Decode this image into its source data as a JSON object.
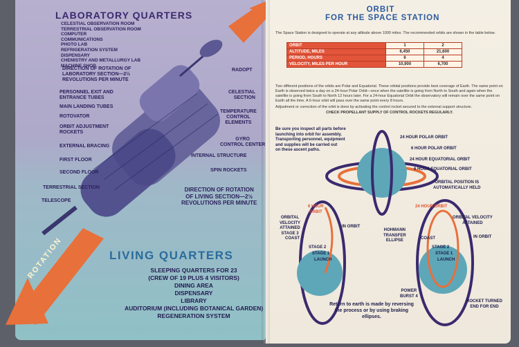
{
  "left_page": {
    "title": "LABORATORY QUARTERS",
    "lab_rooms": [
      "CELESTIAL OBSERVATION ROOM",
      "TERRESTRIAL OBSERVATION ROOM",
      "COMPUTER",
      "COMMUNICATIONS",
      "PHOTO LAB",
      "REFRIGERATION SYSTEM",
      "DISPENSARY",
      "CHEMISTRY AND METALLURGY LAB",
      "MACHINE SHOP"
    ],
    "labels_left": [
      "DIRECTION OF ROTATION OF",
      "LABORATORY SECTION—2½",
      "REVOLUTIONS PER MINUTE",
      "PERSONNEL EXIT AND",
      "ENTRANCE TUBES",
      "MAIN LANDING TUBES",
      "ROTOVATOR",
      "ORBIT ADJUSTMENT",
      "ROCKETS",
      "EXTERNAL BRACING",
      "FIRST FLOOR",
      "SECOND FLOOR",
      "TERRESTRIAL SECTION",
      "TELESCOPE"
    ],
    "labels_right": [
      "RADOPT",
      "CELESTIAL",
      "SECTION",
      "TEMPERATURE",
      "CONTROL",
      "ELEMENTS",
      "GYRO",
      "CONTROL CENTER",
      "INTERNAL STRUCTURE",
      "SPIN ROCKETS",
      "DIRECTION OF ROTATION",
      "OF LIVING SECTION—2½",
      "REVOLUTIONS PER MINUTE"
    ],
    "arrow_text": "ROTATION",
    "living_title": "LIVING QUARTERS",
    "living_items": [
      "SLEEPING QUARTERS FOR 23",
      "(CREW OF 19 PLUS 4 VISITORS)",
      "DINING AREA",
      "DISPENSARY",
      "LIBRARY",
      "AUDITORIUM (INCLUDING BOTANICAL GARDEN)",
      "REGENERATION SYSTEM"
    ]
  },
  "right_page": {
    "title_line1": "ORBIT",
    "title_line2": "FOR THE SPACE STATION",
    "intro": "The Space Station is designed to operate at any altitude above 1000 miles. The recommended orbits are shown in the table below.",
    "table": {
      "rows": [
        {
          "label": "ORBIT",
          "a": "1",
          "b": "2"
        },
        {
          "label": "ALTITUDE, MILES",
          "a": "6,450",
          "b": "21,600"
        },
        {
          "label": "PERIOD, HOURS",
          "a": "6",
          "b": "4"
        },
        {
          "label": "VELOCITY, MILES PER HOUR",
          "a": "10,900",
          "b": "6,700"
        }
      ]
    },
    "para1": "Two different positions of the orbits are Polar and Equatorial. These orbital positions provide best coverage of Earth. The same point on Earth is observed twice a day on a 24-hour Polar Orbit—once when the satellite is going from North to South and again when the satellite is going from South to North 12 hours later. For a 24-hour Equatorial Orbit the observatory will remain over the same point on Earth all the time. A 6-hour orbit will pass over the same point every 8 hours.",
    "para2": "Adjustment or correction of the orbit is done by activating the control rocket secured to the external support structure.",
    "para3": "CHECK PROPELLANT SUPPLY OF CONTROL ROCKETS REGULARLY.",
    "para4": [
      "Be sure you inspect all parts before",
      "launching into orbit for assembly.",
      "Transporting personnel, equipment",
      "and supplies will be carried out",
      "on these ascent paths."
    ],
    "orbit_labels": [
      "24 HOUR POLAR ORBIT",
      "6 HOUR POLAR ORBIT",
      "24 HOUR EQUATORIAL ORBIT",
      "6 HOUR EQUATORIAL ORBIT",
      "ORBITAL POSITION IS",
      "AUTOMATICALLY HELD"
    ],
    "ascent_left": {
      "hour": "6 HOUR",
      "orbit": "ORBIT",
      "velocity": [
        "ORBITAL",
        "VELOCITY",
        "ATTAINED",
        "STAGE 3"
      ],
      "in_orbit": "IN ORBIT",
      "coast": "COAST",
      "stages": [
        "STAGE 2",
        "STAGE 1",
        "LAUNCH"
      ]
    },
    "ascent_mid": [
      "HOHMANN",
      "TRANSFER",
      "ELLIPSE"
    ],
    "ascent_right": {
      "hour": "24 HOUR ORBIT",
      "velocity": [
        "ORBITAL VELOCITY",
        "ATTAINED"
      ],
      "in_orbit": "IN ORBIT",
      "coast": "COAST",
      "stages": [
        "STAGE 2",
        "STAGE 1",
        "LAUNCH"
      ],
      "power": [
        "POWER",
        "BURST 4"
      ],
      "turned": [
        "ROCKET TURNED",
        "END FOR END"
      ]
    },
    "return_note": [
      "Return to earth is made by reversing",
      "the process or by using braking",
      "ellipses."
    ]
  },
  "colors": {
    "left_top": "#b7b0cf",
    "left_bottom": "#8fc1c6",
    "paper": "#f4efe4",
    "orange_accent": "#e8703a",
    "purple_ink": "#3a2a6e",
    "blue_title": "#2a6b9c",
    "earth": "#5ea7b8"
  }
}
